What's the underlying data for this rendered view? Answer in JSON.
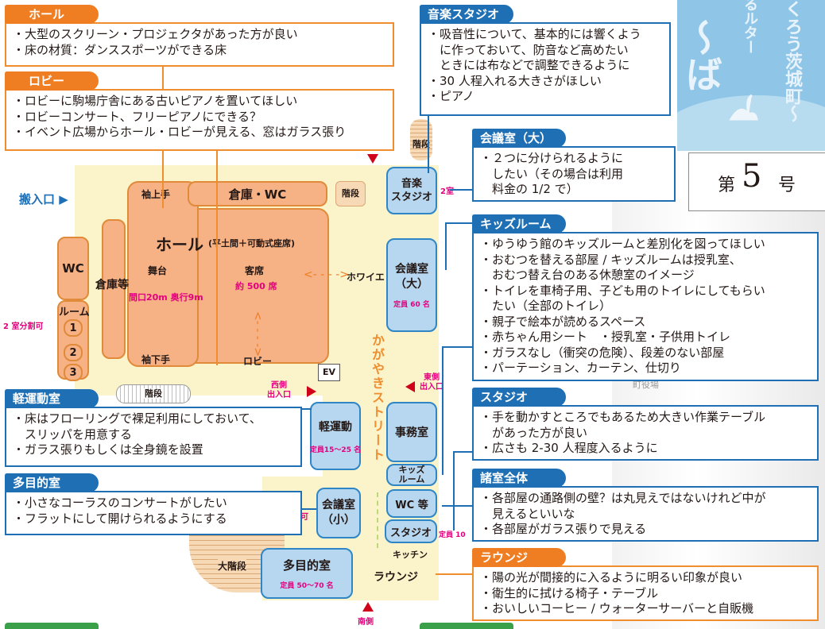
{
  "notes": {
    "hall": {
      "title": "ホール",
      "items": [
        "・大型のスクリーン・プロジェクタがあった方が良い",
        "・床の材質：ダンススポーツができる床"
      ]
    },
    "lobby": {
      "title": "ロビー",
      "items": [
        "・ロビーに駒場庁舎にある古いピアノを置いてほしい",
        "・ロビーコンサート、フリーピアノにできる？",
        "・イベント広場からホール・ロビーが見える、窓はガラス張り"
      ]
    },
    "music": {
      "title": "音楽スタジオ",
      "items": [
        "・吸音性について、基本的には響くよう",
        "　に作っておいて、防音など高めたい",
        "　ときには布などで調整できるように",
        "・30 人程入れる大きさがほしい",
        "・ピアノ"
      ]
    },
    "meeting_large": {
      "title": "会議室（大）",
      "items": [
        "・２つに分けられるように",
        "　したい（その場合は利用",
        "　料金の 1/2 で）"
      ]
    },
    "kids": {
      "title": "キッズルーム",
      "items": [
        "・ゆうゆう館のキッズルームと差別化を図ってほしい",
        "・おむつを替える部屋 / キッズルームは授乳室、",
        "　おむつ替え台のある休憩室のイメージ",
        "・トイレを車椅子用、子ども用のトイレにしてもらい",
        "　たい（全部のトイレ）",
        "・親子で絵本が読めるスペース",
        "・赤ちゃん用シート　・授乳室・子供用トイレ",
        "・ガラスなし（衝突の危険）、段差のない部屋",
        "・パーテーション、カーテン、仕切り"
      ]
    },
    "light_exercise": {
      "title": "軽運動室",
      "items": [
        "・床はフローリングで裸足利用にしておいて、",
        "　スリッパを用意する",
        "・ガラス張りもしくは全身鏡を設置"
      ]
    },
    "studio": {
      "title": "スタジオ",
      "items": [
        "・手を動かすところでもあるため大きい作業テーブル",
        "　があった方が良い",
        "・広さも 2-30 人程度入るように"
      ]
    },
    "multipurpose": {
      "title": "多目的室",
      "items": [
        "・小さなコーラスのコンサートがしたい",
        "・フラットにして開けられるようにする"
      ]
    },
    "all_rooms": {
      "title": "諸室全体",
      "items": [
        "・各部屋の通路側の壁？は丸見えではないけれど中が",
        "　見えるといいな",
        "・各部屋がガラス張りで見える"
      ]
    },
    "lounge": {
      "title": "ラウンジ",
      "items": [
        "・陽の光が間接的に入るように明るい印象が良い",
        "・衛生的に拭ける椅子・テーブル",
        "・おいしいコーヒー / ウォーターサーバーと自販機"
      ]
    }
  },
  "plan": {
    "entrance_carry": "搬入口 ▶",
    "stage_upper": "袖上手",
    "storage_wc": "倉庫・WC",
    "stairs": "階段",
    "hall": "ホール",
    "hall_note": "(平土間＋可動式座席)",
    "stage": "舞台",
    "stage_size": "間口20m 奥行9m",
    "seats": "客席",
    "seats_count": "約 500 席",
    "foyer": "ホワイエ",
    "storage": "倉庫等",
    "wc": "WC",
    "room_label": "ルーム",
    "room_1": "1",
    "room_2": "2",
    "room_3": "3",
    "two_room_divisible": "2 室分割可",
    "stage_lower": "袖下手",
    "lobby": "ロビー",
    "ev": "EV",
    "west_exit": "西側\n出入口",
    "east_exit": "東側\n出入口",
    "south_exit": "南側",
    "street": "かがやきストリート",
    "music_studio": "音楽\nスタジオ",
    "two_rooms": "2室",
    "meeting_large": "会議室\n（大）",
    "meeting_large_cap": "定員 60 名",
    "light_exercise": "軽運動",
    "light_exercise_cap": "定員15～25 名",
    "office": "事務室",
    "kids_room": "キッズ\nルーム",
    "meeting_small": "会議室\n（小）",
    "wc_etc": "WC 等",
    "studio": "スタジオ",
    "studio_cap": "定員 10",
    "kitchen": "キッチン",
    "multipurpose": "多目的室",
    "multipurpose_cap": "定員 50～70 名",
    "big_stairs": "大階段",
    "lounge": "ラウンジ",
    "can_label": "可",
    "town_hall": "町役場"
  },
  "cover": {
    "issue_prefix": "第",
    "issue_number": "5",
    "issue_suffix": "号",
    "title_fragment": "〜ば",
    "subtitle": "くろう茨城町〜",
    "top_text": "るルター"
  },
  "colors": {
    "orange": "#ef7d22",
    "blue": "#1f6fb5",
    "pink": "#e4007f",
    "room_orange": "#f6b184",
    "room_blue": "#b6d7ef"
  }
}
